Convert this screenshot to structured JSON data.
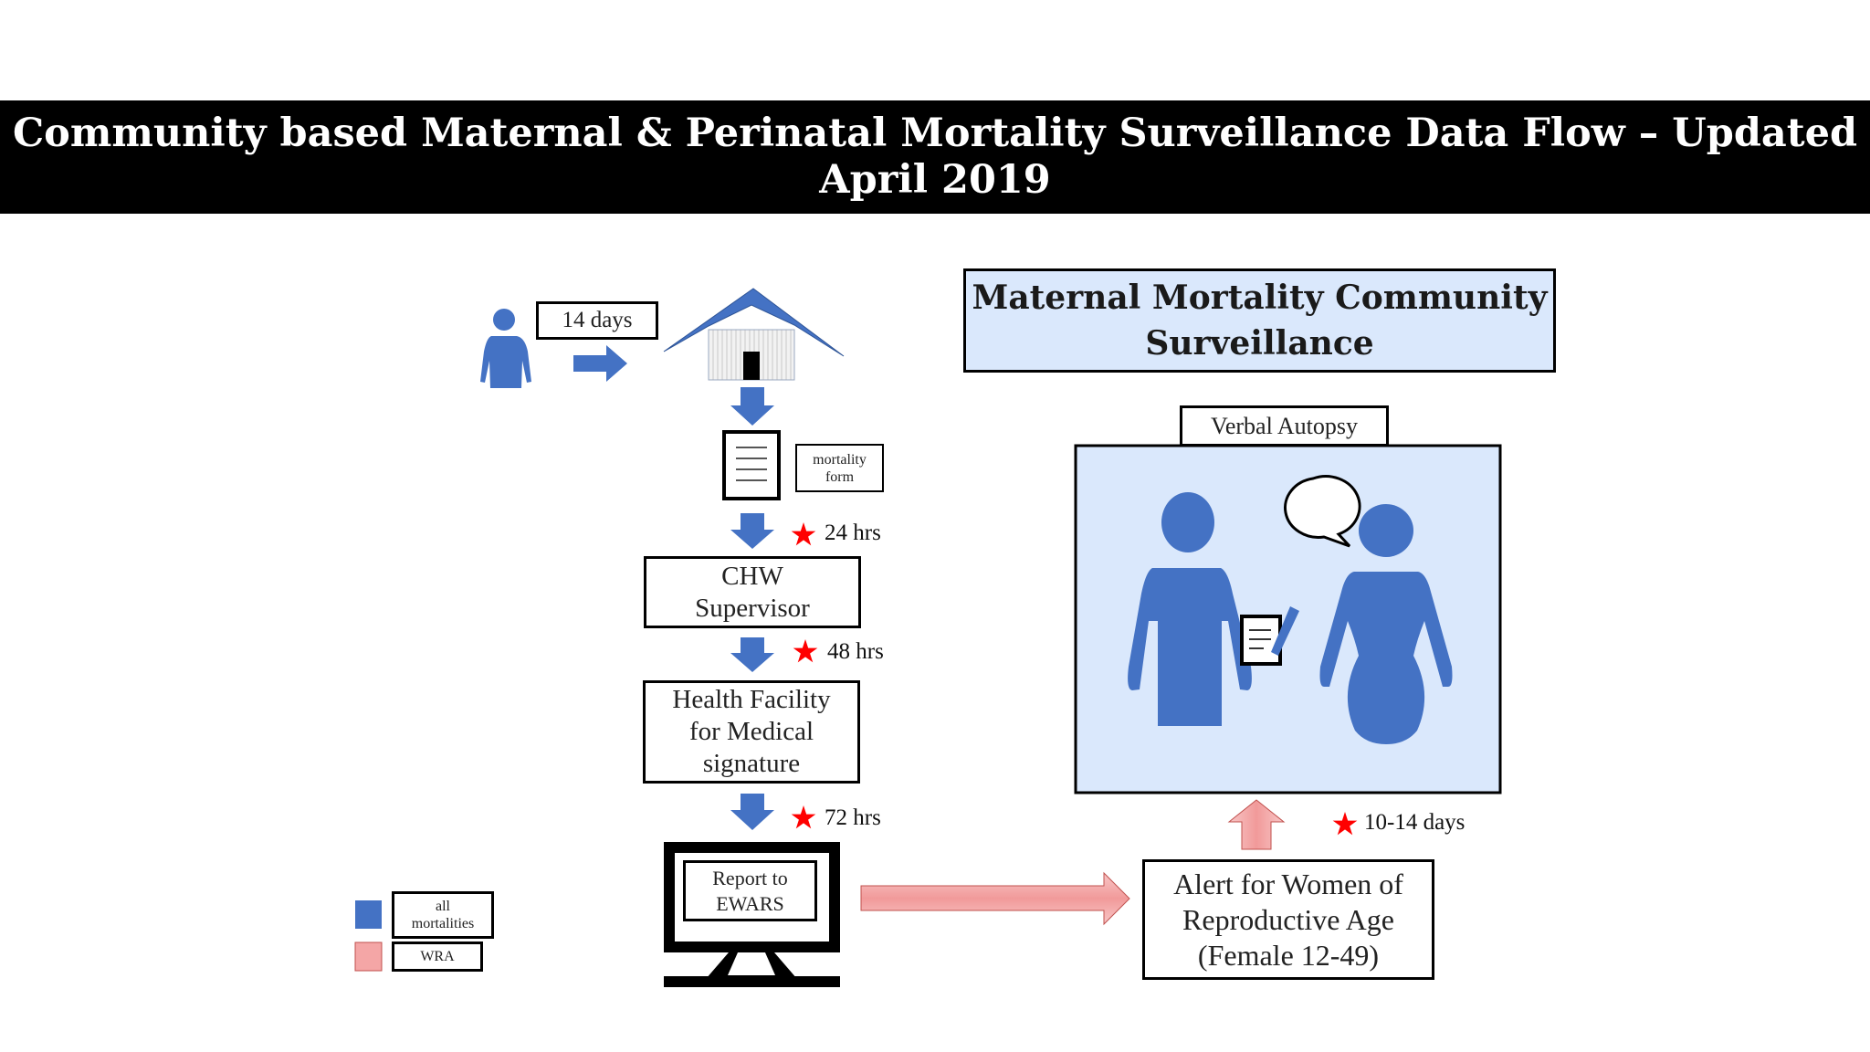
{
  "title": {
    "line1": "Community based Maternal & Perinatal Mortality Surveillance Data Flow – Updated",
    "line2": "April 2019"
  },
  "flow": {
    "days14": "14 days",
    "mortality_form_line1": "mortality",
    "mortality_form_line2": "form",
    "t24": "24 hrs",
    "chw_line1": "CHW",
    "chw_line2": "Supervisor",
    "t48": "48 hrs",
    "hf_line1": "Health Facility",
    "hf_line2": "for Medical",
    "hf_line3": "signature",
    "t72": "72 hrs",
    "report_line1": "Report to",
    "report_line2": "EWARS"
  },
  "right": {
    "header_line1": "Maternal Mortality Community",
    "header_line2": "Surveillance",
    "verbal_autopsy": "Verbal Autopsy",
    "t1014": "10-14 days",
    "alert_line1": "Alert for Women of",
    "alert_line2": "Reproductive Age",
    "alert_line3": "(Female 12-49)"
  },
  "legend": {
    "all_line1": "all",
    "all_line2": "mortalities",
    "wra": "WRA"
  },
  "colors": {
    "blue": "#4472c4",
    "pink": "#f4a6a6",
    "star": "#ff0000",
    "panel": "#dae8fc"
  }
}
